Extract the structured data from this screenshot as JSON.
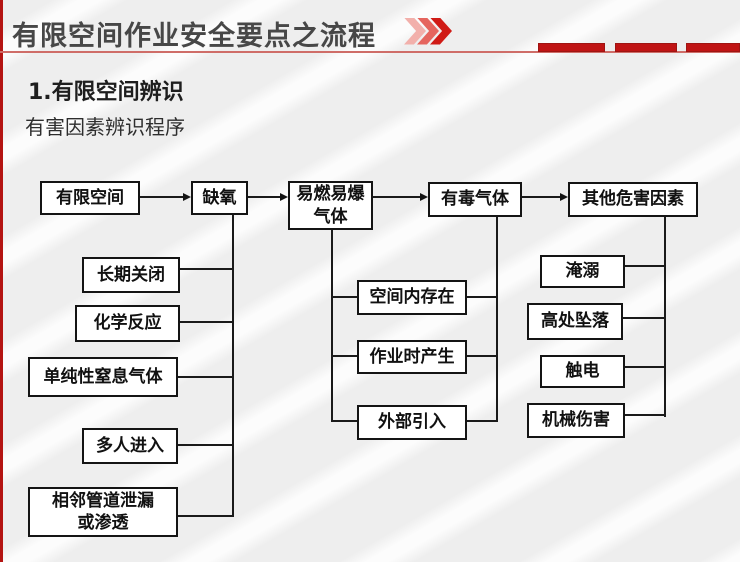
{
  "header": {
    "title": "有限空间作业安全要点之流程",
    "accent_color": "#c01414",
    "chevron_icon": "triple-chevron-right"
  },
  "section": {
    "heading": "1.有限空间辨识",
    "subheading": "有害因素辨识程序"
  },
  "flowchart": {
    "top_row": [
      {
        "label": "有限空间"
      },
      {
        "label": "缺氧"
      },
      {
        "label": "易燃易爆\n气体"
      },
      {
        "label": "有毒气体"
      },
      {
        "label": "其他危害因素"
      }
    ],
    "oxygen_deficiency_causes": [
      {
        "label": "长期关闭"
      },
      {
        "label": "化学反应"
      },
      {
        "label": "单纯性窒息气体"
      },
      {
        "label": "多人进入"
      },
      {
        "label": "相邻管道泄漏\n或渗透"
      }
    ],
    "gas_sources": [
      {
        "label": "空间内存在"
      },
      {
        "label": "作业时产生"
      },
      {
        "label": "外部引入"
      }
    ],
    "other_hazards": [
      {
        "label": "淹溺"
      },
      {
        "label": "高处坠落"
      },
      {
        "label": "触电"
      },
      {
        "label": "机械伤害"
      }
    ]
  }
}
